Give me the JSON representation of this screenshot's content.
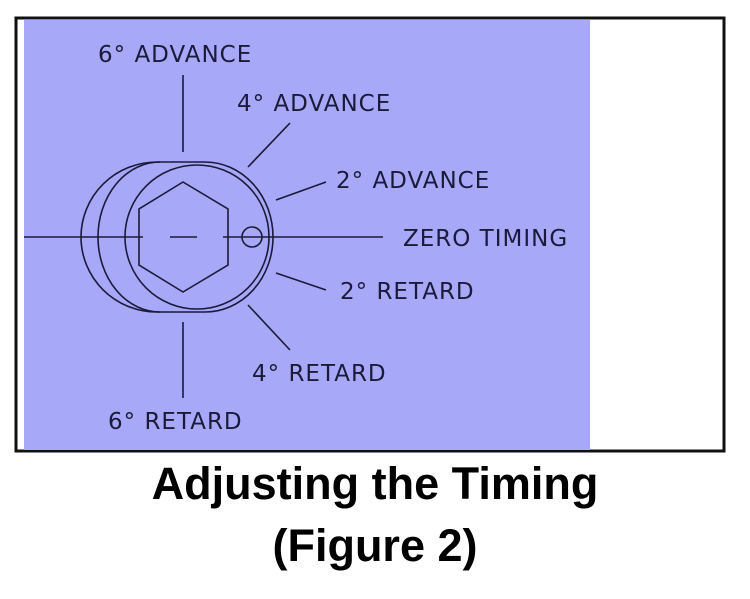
{
  "figure": {
    "background_color": "#a8a8f8",
    "line_color": "#1a1a3a",
    "labels": {
      "adv6": "6° ADVANCE",
      "adv4": "4° ADVANCE",
      "adv2": "2° ADVANCE",
      "zero": "ZERO TIMING",
      "ret2": "2° RETARD",
      "ret4": "4° RETARD",
      "ret6": "6° RETARD"
    }
  },
  "caption": {
    "line1": "Adjusting the Timing",
    "line2": "(Figure 2)"
  }
}
